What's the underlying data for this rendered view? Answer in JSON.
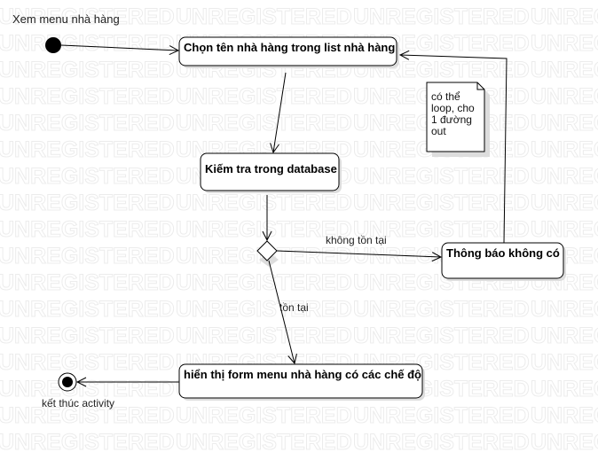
{
  "watermark": "UNREGISTERED",
  "start_label": "Xem menu nhà hàng",
  "end_label": "kết thúc activity",
  "nodes": {
    "choose": "Chọn tên nhà hàng trong list nhà hàng",
    "check": "Kiếm tra trong database",
    "notify": "Thông báo không có",
    "show": "hiển thị form menu nhà hàng có các chế độ"
  },
  "edge_labels": {
    "not_exist": "không tồn tại",
    "exist": "tồn tại"
  },
  "note": {
    "lines": [
      "có thể",
      "loop, cho",
      "1 đường",
      "out"
    ]
  },
  "colors": {
    "stroke": "#000000",
    "watermark": "#ececec",
    "shadow": "#dddddd"
  }
}
